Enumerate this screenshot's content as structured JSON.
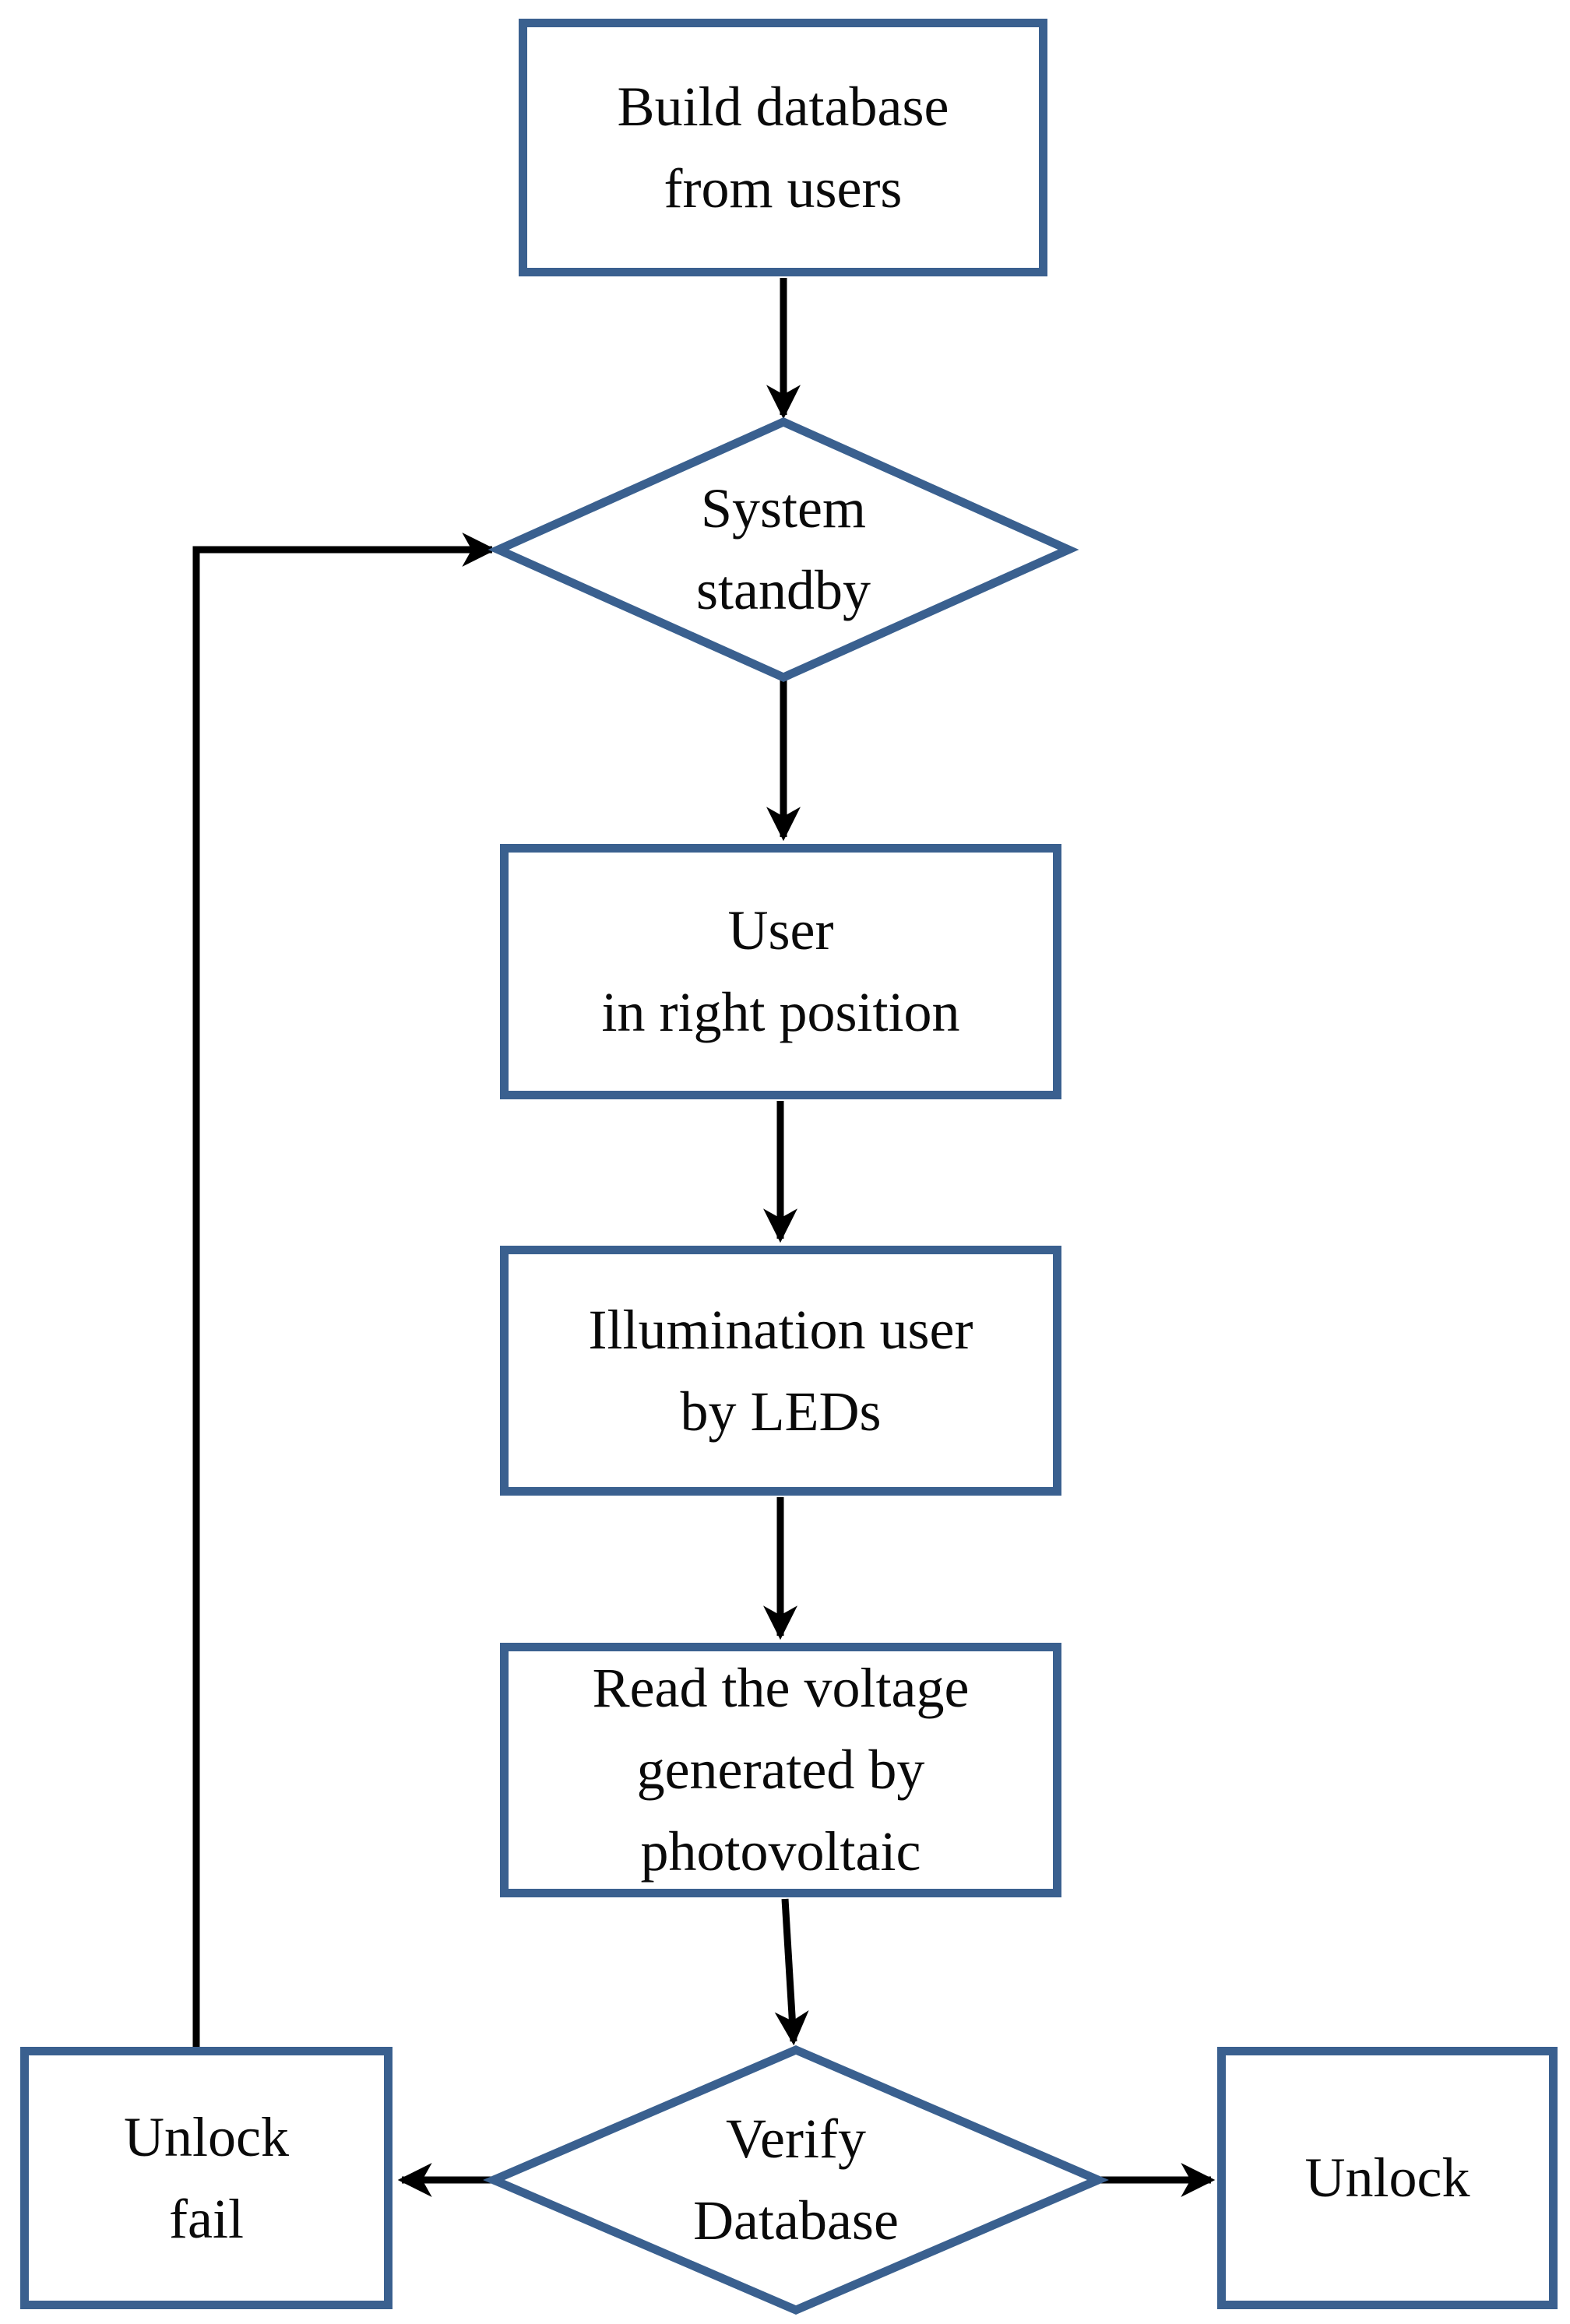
{
  "diagram": {
    "type": "flowchart",
    "colors": {
      "node_border": "#3A608F",
      "node_fill": "#FFFFFF",
      "arrow": "#000000",
      "text": "#0A0A0A",
      "background": "#FFFFFF"
    },
    "nodes": {
      "build": {
        "shape": "rectangle",
        "label": "Build database\nfrom users"
      },
      "standby": {
        "shape": "diamond",
        "label": "System\nstandby"
      },
      "user_position": {
        "shape": "rectangle",
        "label": "User\nin right position"
      },
      "illumination": {
        "shape": "rectangle",
        "label": "Illumination user\nby LEDs"
      },
      "read_voltage": {
        "shape": "rectangle",
        "label": "Read the voltage\ngenerated by\nphotovoltaic"
      },
      "verify": {
        "shape": "diamond",
        "label": "Verify\nDatabase"
      },
      "unlock_fail": {
        "shape": "rectangle",
        "label": "Unlock\nfail"
      },
      "unlock": {
        "shape": "rectangle",
        "label": "Unlock"
      }
    },
    "edges": [
      {
        "from": "build",
        "to": "standby",
        "direction": "down"
      },
      {
        "from": "standby",
        "to": "user_position",
        "direction": "down"
      },
      {
        "from": "user_position",
        "to": "illumination",
        "direction": "down"
      },
      {
        "from": "illumination",
        "to": "read_voltage",
        "direction": "down"
      },
      {
        "from": "read_voltage",
        "to": "verify",
        "direction": "down"
      },
      {
        "from": "verify",
        "to": "unlock_fail",
        "direction": "left"
      },
      {
        "from": "verify",
        "to": "unlock",
        "direction": "right"
      },
      {
        "from": "unlock_fail",
        "to": "standby",
        "direction": "loop-back"
      }
    ]
  }
}
